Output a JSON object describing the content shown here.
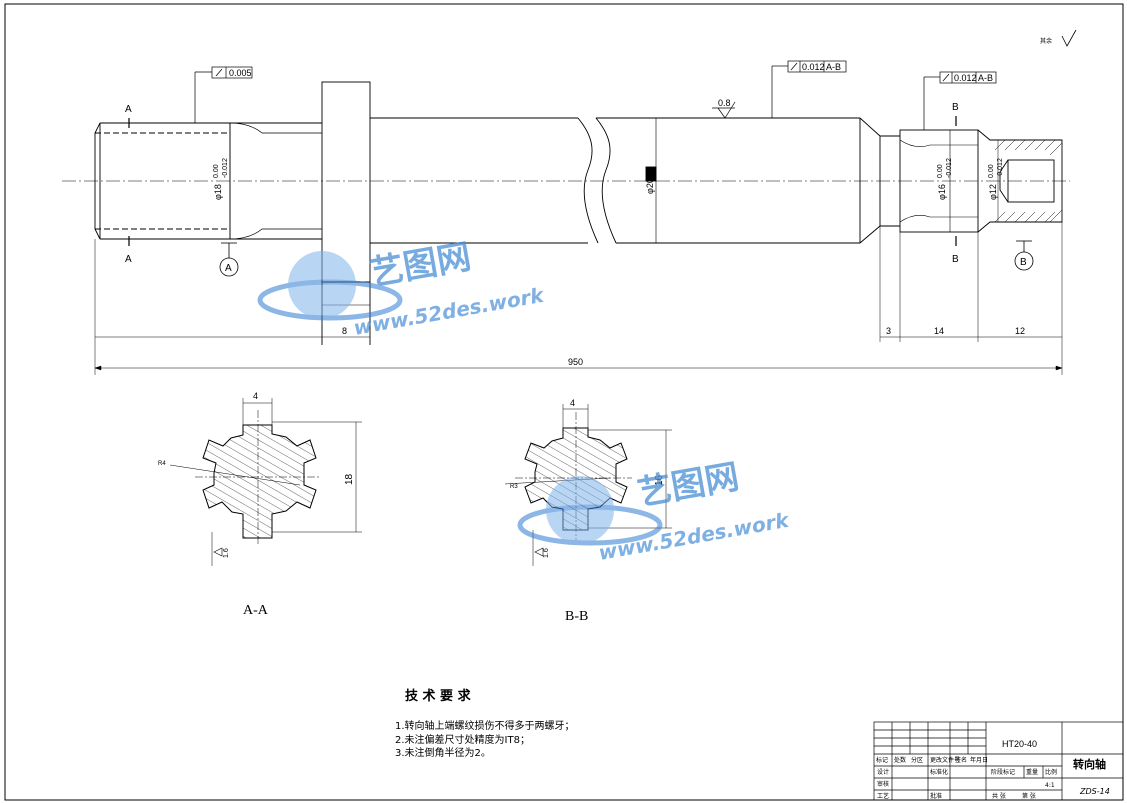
{
  "drawing": {
    "roughness_symbol": "其余",
    "roughness_value": "",
    "tolerances": {
      "runout_left": "0.005",
      "runout_mid_value": "0.012",
      "runout_mid_datum": "A-B",
      "runout_right_value": "0.012",
      "runout_right_datum": "A-B",
      "surface_mid": "0.8"
    },
    "section_marks": {
      "a": "A",
      "b": "B"
    },
    "datums": {
      "a": "A",
      "b": "B"
    },
    "dimensions": {
      "dia_left": "φ18",
      "dia_left_tol_upper": "0.00",
      "dia_left_tol_lower": "-0.012",
      "dia_mid": "φ20",
      "dia_right": "φ16",
      "dia_right_tol_upper": "0.00",
      "dia_right_tol_lower": "-0.012",
      "dia_end": "φ12",
      "dia_end_tol_upper": "0.00",
      "dia_end_tol_lower": "-0.012",
      "len_flange": "8",
      "len_total": "950",
      "len_3": "3",
      "len_14": "14",
      "len_12": "12",
      "aa_width": "4",
      "aa_height": "18",
      "aa_radius": "R4",
      "bb_width": "4",
      "bb_height": "16",
      "bb_radius": "R3",
      "aa_rough": "1.6",
      "bb_rough": "1.6"
    },
    "section_titles": {
      "aa": "A-A",
      "bb": "B-B"
    }
  },
  "notes": {
    "heading": "技 术 要 求",
    "items": [
      "1.转向轴上端螺纹损伤不得多于两螺牙；",
      "2.未注偏差尺寸处精度为IT8；",
      "3.未注倒角半径为2。"
    ]
  },
  "title_block": {
    "material": "HT20-40",
    "part_name": "转向轴",
    "drawing_no": "ZDS-14",
    "scale": "4:1",
    "row_labels": [
      "标记",
      "处数",
      "分区",
      "更改文件号",
      "签名",
      "年月日"
    ],
    "design": "设计",
    "standard": "标准化",
    "review": "审核",
    "process": "工艺",
    "approve": "批准",
    "stage_mark": "阶段标记",
    "weight": "重量",
    "ratio": "比例",
    "sheets": "共 张",
    "sheet_no": "第 张"
  },
  "watermark": {
    "brand": "艺图网",
    "url": "www.52des.work"
  }
}
